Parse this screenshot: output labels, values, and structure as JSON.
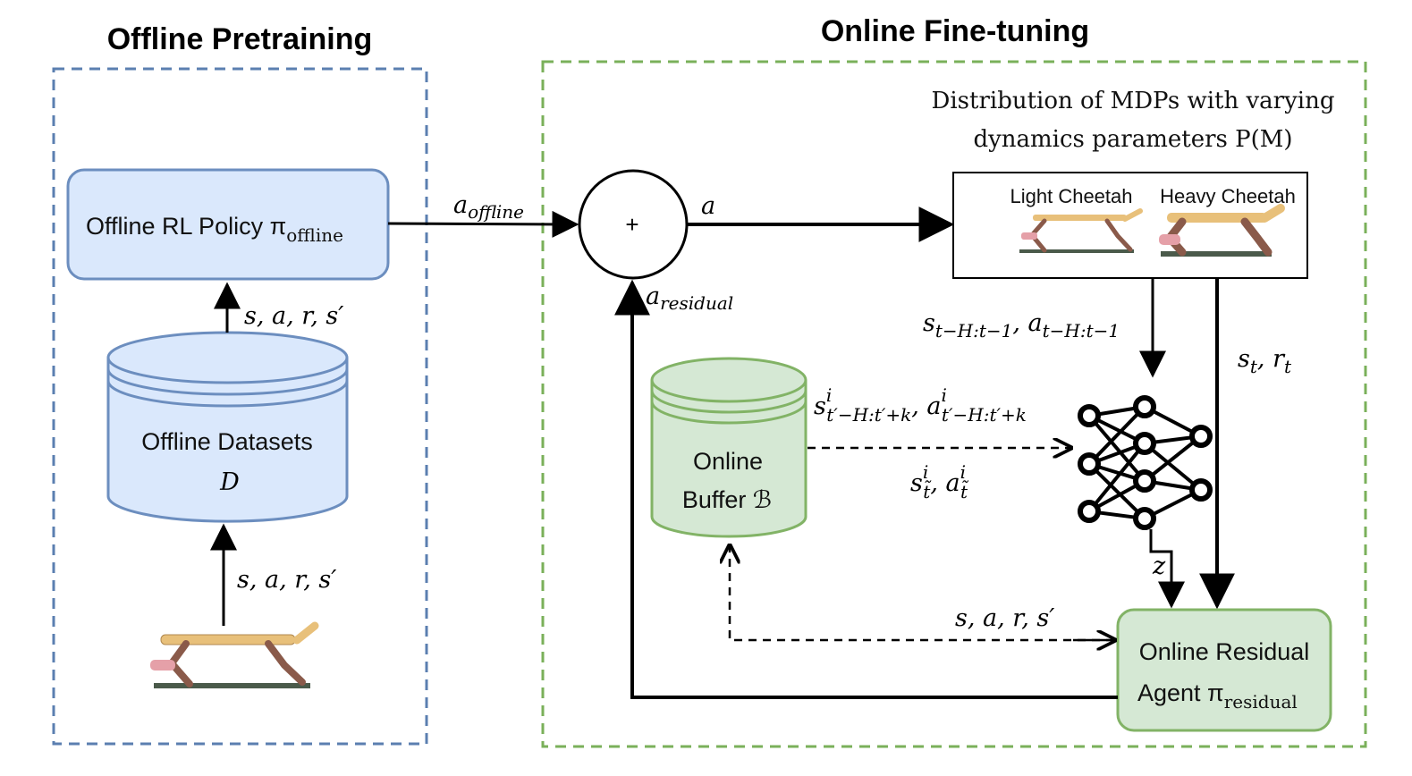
{
  "sections": {
    "offline_title": "Offline Pretraining",
    "online_title": "Online Fine-tuning"
  },
  "offline": {
    "policy_label": "Offline RL Policy π",
    "policy_sub": "offline",
    "dataset_line1": "Offline Datasets",
    "dataset_line2": "D",
    "transition_upper": "s, a, r, s′",
    "transition_lower": "s, a, r, s′"
  },
  "online": {
    "a_offline": "a",
    "a_offline_sub": "offline",
    "sum_symbol": "+",
    "a_out": "a",
    "a_residual": "a",
    "a_residual_sub": "residual",
    "mdp_caption_line1": "Distribution of MDPs with varying",
    "mdp_caption_line2": "dynamics parameters P(M)",
    "light_cheetah": "Light Cheetah",
    "heavy_cheetah": "Heavy Cheetah",
    "history_label": "s",
    "history_label_sub": "t−H:t−1",
    "history_label_a": ", a",
    "history_label_a_sub": "t−H:t−1",
    "state_reward": "s",
    "state_reward_sub": "t",
    "state_reward_r": ", r",
    "state_reward_r_sub": "t",
    "buffer_line1": "Online",
    "buffer_line2": "Buffer ℬ",
    "buffer_sample_top": "s",
    "buffer_sample_top_sup": "i",
    "buffer_sample_top_sub": "t′−H:t′+k",
    "buffer_sample_top_a": ", a",
    "buffer_sample_top_a_sup": "i",
    "buffer_sample_top_a_sub": "t′−H:t′+k",
    "buffer_sample_bottom": "s",
    "buffer_sample_bottom_sup": "i",
    "buffer_sample_bottom_sub": "t̃",
    "buffer_sample_bottom_a": ", a",
    "buffer_sample_bottom_a_sup": "i",
    "buffer_sample_bottom_a_sub": "t̃",
    "z_label": "z",
    "transition": "s, a, r, s′",
    "residual_line1": "Online Residual",
    "residual_line2": "Agent π",
    "residual_sub": "residual"
  },
  "colors": {
    "offline_border": "#5b7fb0",
    "online_border": "#7ab05a",
    "policy_fill": "#dae8fc",
    "policy_stroke": "#6c8ebf",
    "buffer_fill": "#d5e8d4",
    "buffer_stroke": "#82b366"
  }
}
